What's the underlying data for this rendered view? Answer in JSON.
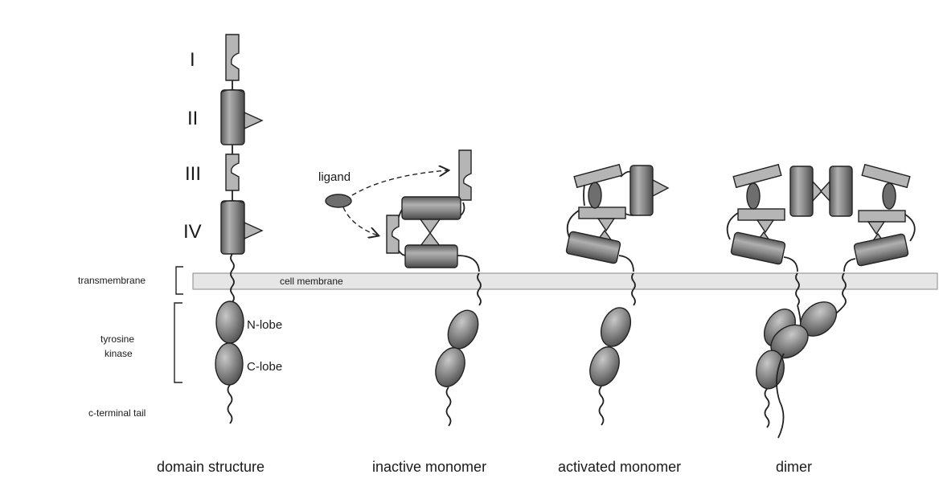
{
  "domains": {
    "d1": "I",
    "d2": "II",
    "d3": "III",
    "d4": "IV"
  },
  "side_labels": {
    "transmembrane": "transmembrane",
    "tyrosine_kinase_line1": "tyrosine",
    "tyrosine_kinase_line2": "kinase",
    "c_terminal_tail": "c-terminal tail"
  },
  "membrane_label": "cell membrane",
  "lobes": {
    "n_lobe": "N-lobe",
    "c_lobe": "C-lobe"
  },
  "ligand_label": "ligand",
  "captions": {
    "domain_structure": "domain structure",
    "inactive_monomer": "inactive monomer",
    "activated_monomer": "activated monomer",
    "dimer": "dimer"
  },
  "colors": {
    "domain_fill": "#b5b5b5",
    "membrane_fill": "#e6e6e6",
    "outline": "#222222"
  }
}
